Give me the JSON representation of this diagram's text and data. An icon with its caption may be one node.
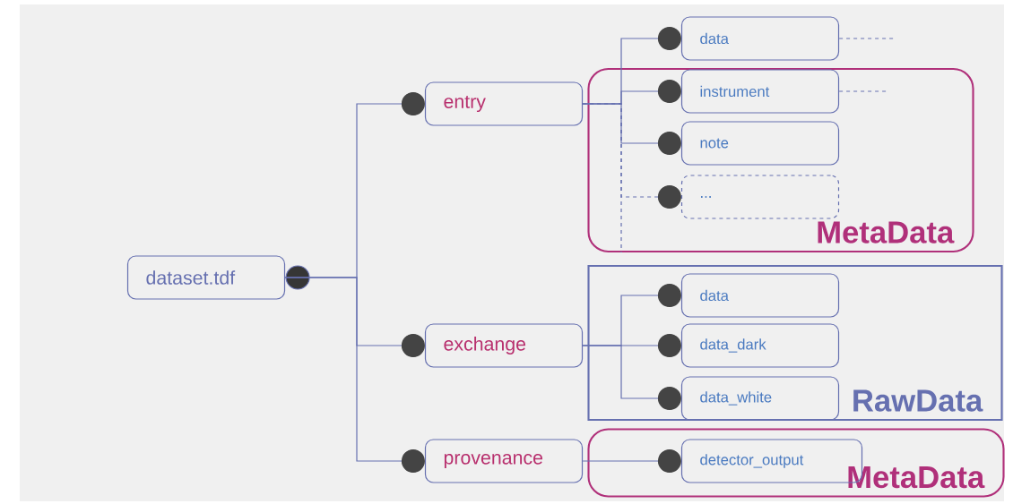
{
  "diagram": {
    "nodes": [
      {
        "text": [
          "dataset.tdf"
        ]
      },
      {
        "text": [
          "entry"
        ]
      },
      {
        "text": [
          "data"
        ]
      },
      {
        "text": [
          "MetaData"
        ]
      },
      {
        "text": [
          "instrument"
        ],
        "in": 3
      },
      {
        "text": [
          "note"
        ],
        "in": 3
      },
      {
        "text": [
          "..."
        ],
        "in": 3
      },
      {
        "text": [
          "exchange"
        ]
      },
      {
        "text": [
          "RawData"
        ]
      },
      {
        "text": [
          "data"
        ],
        "in": 8
      },
      {
        "text": [
          "data_dark"
        ],
        "in": 8
      },
      {
        "text": [
          "data_white"
        ],
        "in": 8
      },
      {
        "text": [
          "provenance"
        ]
      },
      {
        "text": [
          "MetaData"
        ]
      },
      {
        "text": [
          "detector_output"
        ],
        "in": 13
      }
    ],
    "edges": [
      {
        "from": 0,
        "to": 1,
        "arrow": "other"
      },
      {
        "from": 0,
        "to": 7,
        "arrow": "other"
      },
      {
        "from": 0,
        "to": 12,
        "arrow": "other"
      },
      {
        "from": 1,
        "to": 2,
        "arrow": "other"
      },
      {
        "from": 1,
        "to": 4,
        "arrow": "other"
      },
      {
        "from": 1,
        "to": 5,
        "arrow": "other"
      },
      {
        "from": 1,
        "to": 6,
        "arrow": "other",
        "style": "dashed"
      },
      {
        "from": 7,
        "to": 9,
        "arrow": "other"
      },
      {
        "from": 7,
        "to": 10,
        "arrow": "other"
      },
      {
        "from": 7,
        "to": 11,
        "arrow": "other"
      },
      {
        "from": 12,
        "to": 14,
        "arrow": "other"
      },
      {
        "from": 2,
        "to": null,
        "arrow": "none",
        "style": "dashed"
      },
      {
        "from": 4,
        "to": null,
        "arrow": "none",
        "style": "dashed"
      },
      {
        "from": 1,
        "to": 3,
        "arrow": "none",
        "style": "dashed"
      }
    ]
  }
}
